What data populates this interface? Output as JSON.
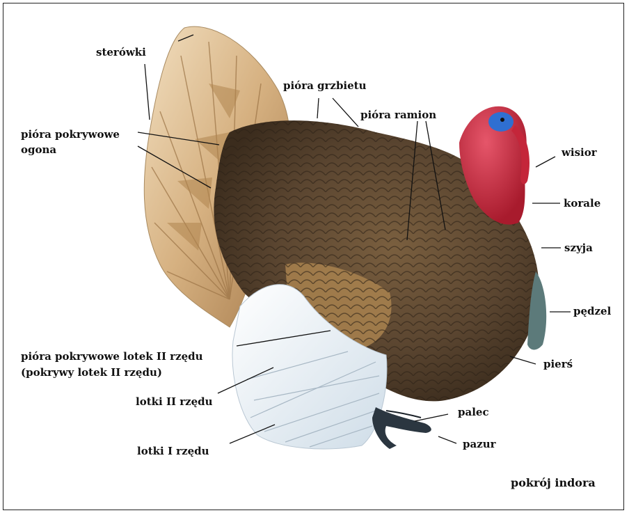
{
  "labels": {
    "sterowki": "sterówki",
    "piora_grzbietu": "pióra grzbietu",
    "piora_ramion": "pióra ramion",
    "piora_pokrywowe_ogona_1": "pióra pokrywowe",
    "piora_pokrywowe_ogona_2": "ogona",
    "wisior": "wisior",
    "korale": "korale",
    "szyja": "szyja",
    "pedzel": "pędzel",
    "piers": "pierś",
    "pokrywowe_lotek_1": "pióra pokrywowe lotek II rzędu",
    "pokrywowe_lotek_2": "(pokrywy lotek II rzędu)",
    "lotki_II": "lotki II rzędu",
    "lotki_I": "lotki I rzędu",
    "palec": "palec",
    "pazur": "pazur"
  },
  "caption": "pokrój indora",
  "colors": {
    "tail": "#d9b98a",
    "tail_dark": "#9c7446",
    "body": "#5e4a33",
    "body_dark": "#3a2c1e",
    "wing_white": "#e8f0f6",
    "head_red": "#c4263a",
    "head_blue": "#2f6fd1",
    "beard": "#5c7a7a",
    "feet": "#2b3640"
  }
}
